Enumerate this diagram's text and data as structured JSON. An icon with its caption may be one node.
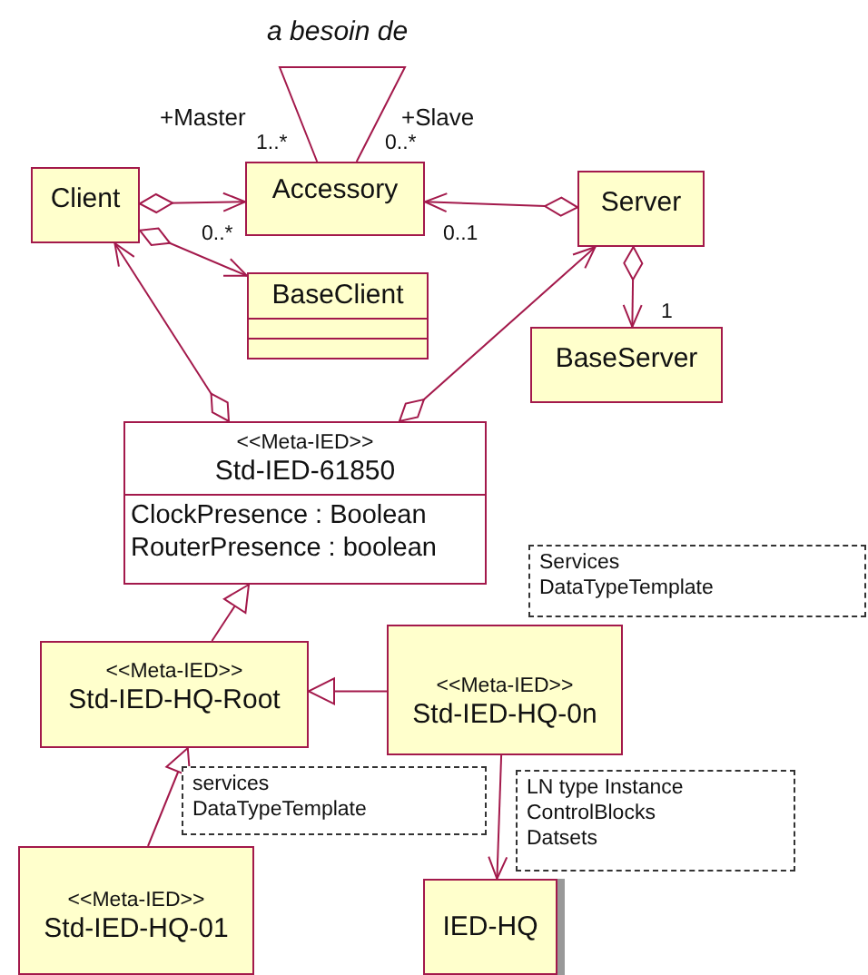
{
  "diagram": {
    "nodes": [
      {
        "text": [
          "Client"
        ]
      },
      {
        "text": [
          "Accessory"
        ]
      },
      {
        "text": [
          "Server"
        ]
      },
      {
        "text": [
          "BaseClient"
        ]
      },
      {
        "text": [
          "BaseServer"
        ]
      },
      {
        "text": [
          "<<Meta-IED>>",
          "Std-IED-61850",
          "ClockPresence : Boolean",
          "RouterPresence : boolean"
        ]
      },
      {
        "text": [
          "<<Meta-IED>>",
          "Std-IED-HQ-Root"
        ]
      },
      {
        "text": [
          "<<Meta-IED>>",
          "Std-IED-HQ-0n"
        ]
      },
      {
        "text": [
          "<<Meta-IED>>",
          "Std-IED-HQ-01"
        ]
      },
      {
        "text": [
          "IED-HQ"
        ]
      },
      {
        "text": [
          "Services",
          "DataTypeTemplate"
        ]
      },
      {
        "text": [
          "services",
          "DataTypeTemplate"
        ]
      },
      {
        "text": [
          "LN type Instance",
          "ControlBlocks",
          "Datsets"
        ]
      }
    ],
    "edges": [
      {
        "from": 1,
        "to": 1,
        "arrow": "none",
        "label": "a besoin de"
      },
      {
        "from": 0,
        "to": 1,
        "arrow": "to"
      },
      {
        "from": 0,
        "to": 3,
        "arrow": "to"
      },
      {
        "from": 2,
        "to": 1,
        "arrow": "to"
      },
      {
        "from": 2,
        "to": 4,
        "arrow": "to"
      },
      {
        "from": 5,
        "to": 0,
        "arrow": "to"
      },
      {
        "from": 5,
        "to": 2,
        "arrow": "to"
      },
      {
        "from": 6,
        "to": 5,
        "arrow": "to"
      },
      {
        "from": 7,
        "to": 6,
        "arrow": "to"
      },
      {
        "from": 8,
        "to": 6,
        "arrow": "to"
      },
      {
        "from": 7,
        "to": 9,
        "arrow": "to"
      }
    ],
    "labels": [
      "+Master",
      "1..*",
      "+Slave",
      "0..*",
      "0..*",
      "0..1",
      "1"
    ]
  }
}
